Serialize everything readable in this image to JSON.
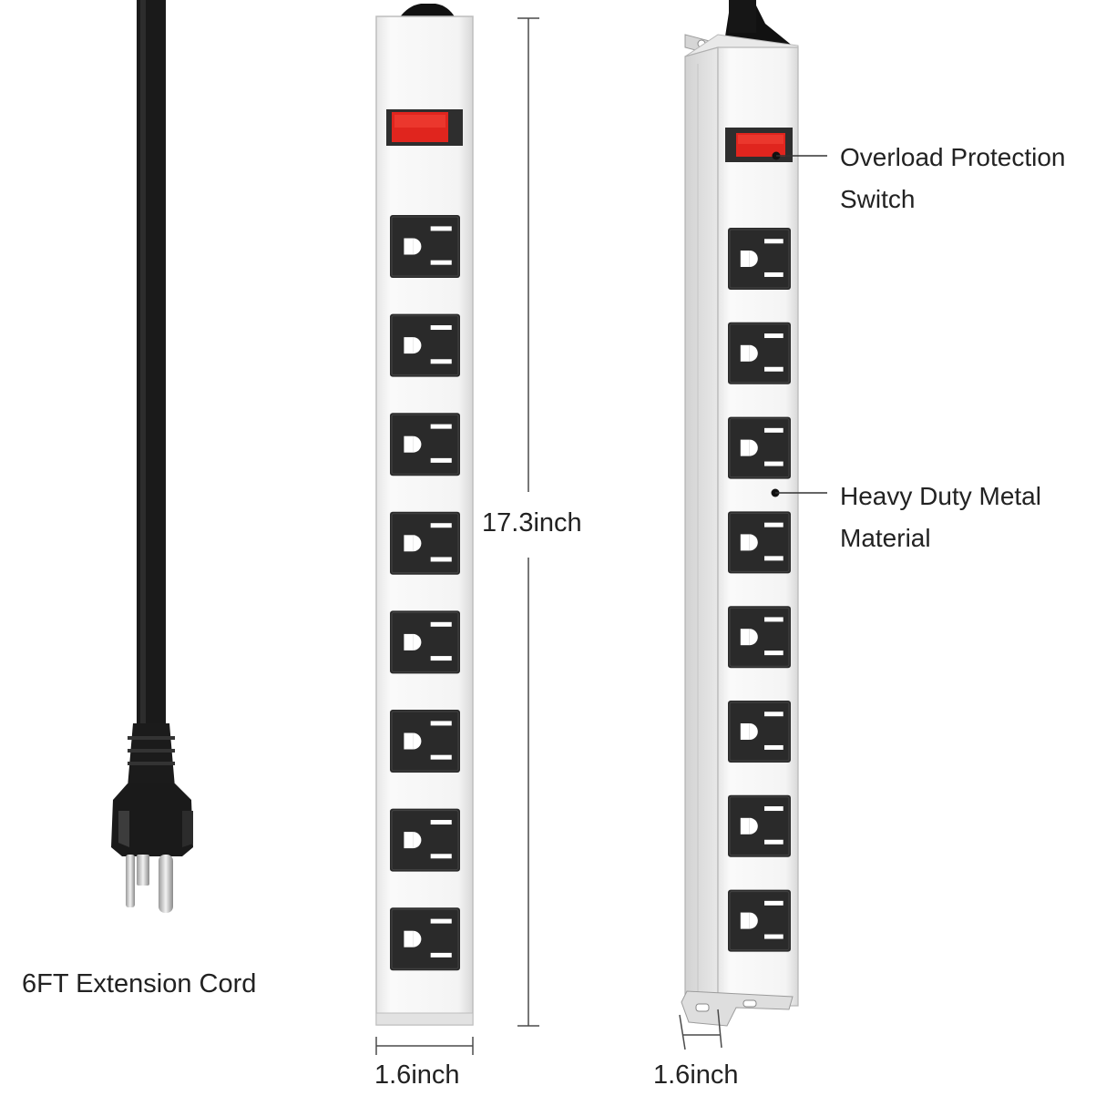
{
  "labels": {
    "cord": "6FT Extension Cord",
    "height": "17.3inch",
    "front_width": "1.6inch",
    "side_width": "1.6inch",
    "switch_line1": "Overload Protection",
    "switch_line2": "Switch",
    "material_line1": "Heavy Duty Metal",
    "material_line2": "Material"
  },
  "outlets_per_strip": 8,
  "icons": [
    "power-cord",
    "plug-icon",
    "power-switch",
    "outlet-icon",
    "mounting-bracket"
  ],
  "colors": {
    "housing": "#f3f3f3",
    "outlet": "#2a2a2a",
    "switch": "#e0251e",
    "cord": "#1a1a1a",
    "text": "#222222"
  }
}
